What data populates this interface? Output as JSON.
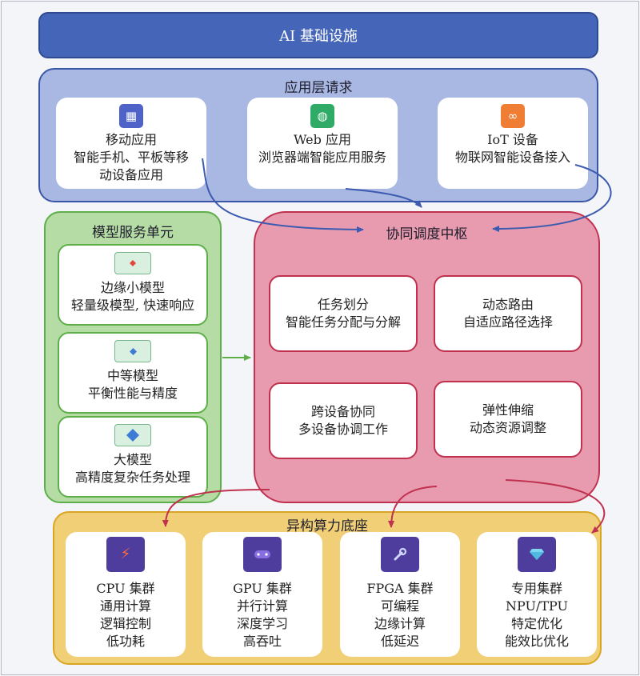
{
  "title": "AI 基础设施",
  "application_layer": {
    "title": "应用层请求",
    "cards": [
      {
        "icon": "tablet-icon",
        "color": "#4f62c8",
        "lines": [
          "移动应用",
          "智能手机、平板等移",
          "动设备应用"
        ]
      },
      {
        "icon": "globe-icon",
        "color": "#2faa67",
        "lines": [
          "Web 应用",
          "浏览器端智能应用服务"
        ]
      },
      {
        "icon": "link-icon",
        "color": "#ef7d34",
        "lines": [
          "IoT 设备",
          "物联网智能设备接入"
        ]
      }
    ]
  },
  "model_unit": {
    "title": "模型服务单元",
    "cards": [
      {
        "icon": "small-diamond-icon",
        "color": "#e3473c",
        "lines": [
          "边缘小模型",
          "轻量级模型, 快速响应"
        ]
      },
      {
        "icon": "medium-diamond-icon",
        "color": "#3d7bd4",
        "lines": [
          "中等模型",
          "平衡性能与精度"
        ]
      },
      {
        "icon": "large-diamond-icon",
        "color": "#3d7bd4",
        "lines": [
          "大模型",
          "高精度复杂任务处理"
        ]
      }
    ]
  },
  "hub": {
    "title": "协同调度中枢",
    "cards": [
      {
        "lines": [
          "任务划分",
          "智能任务分配与分解"
        ]
      },
      {
        "lines": [
          "动态路由",
          "自适应路径选择"
        ]
      },
      {
        "lines": [
          "跨设备协同",
          "多设备协调工作"
        ]
      },
      {
        "lines": [
          "弹性伸缩",
          "动态资源调整"
        ]
      }
    ]
  },
  "compute_base": {
    "title": "异构算力底座",
    "cards": [
      {
        "icon": "lightning-icon",
        "symbol": "⚡",
        "lines": [
          "CPU 集群",
          "通用计算",
          "逻辑控制",
          "低功耗"
        ]
      },
      {
        "icon": "gamepad-icon",
        "symbol": "🎮",
        "lines": [
          "GPU 集群",
          "并行计算",
          "深度学习",
          "高吞吐"
        ]
      },
      {
        "icon": "wrench-icon",
        "symbol": "🔧",
        "lines": [
          "FPGA 集群",
          "可编程",
          "边缘计算",
          "低延迟"
        ]
      },
      {
        "icon": "gem-icon",
        "symbol": "💎",
        "lines": [
          "专用集群",
          "NPU/TPU",
          "特定优化",
          "能效比优化"
        ]
      }
    ]
  },
  "colors": {
    "blue_arrow": "#3c5bb0",
    "green_arrow": "#5eaf4a",
    "red_arrow": "#c0314f"
  }
}
